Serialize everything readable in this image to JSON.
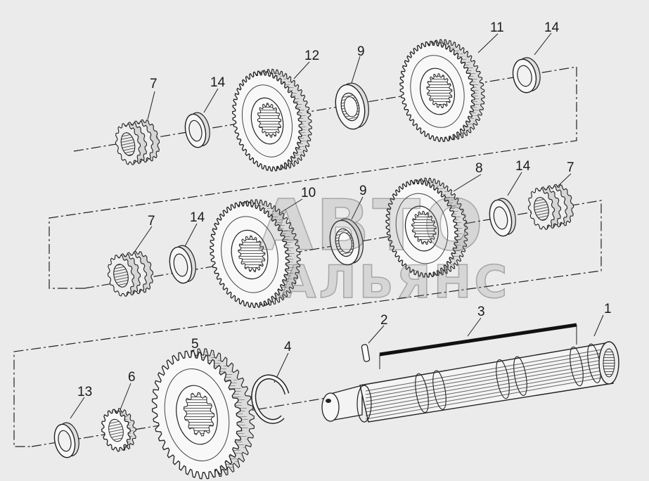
{
  "colors": {
    "background": "#ebebeb",
    "ink": "#1a1a1a"
  },
  "watermark": {
    "line1": "АВТО",
    "line2": "АЛЬЯНС"
  },
  "callouts": {
    "c1": "1",
    "c2": "2",
    "c3": "3",
    "c4": "4",
    "c5": "5",
    "c6": "6",
    "c7_top": "7",
    "c7_mid_left": "7",
    "c7_mid_right": "7",
    "c8": "8",
    "c9_top": "9",
    "c9_mid": "9",
    "c10": "10",
    "c11": "11",
    "c12": "12",
    "c13": "13",
    "c14_top_left": "14",
    "c14_top_right": "14",
    "c14_mid_left": "14",
    "c14_mid_right": "14"
  }
}
